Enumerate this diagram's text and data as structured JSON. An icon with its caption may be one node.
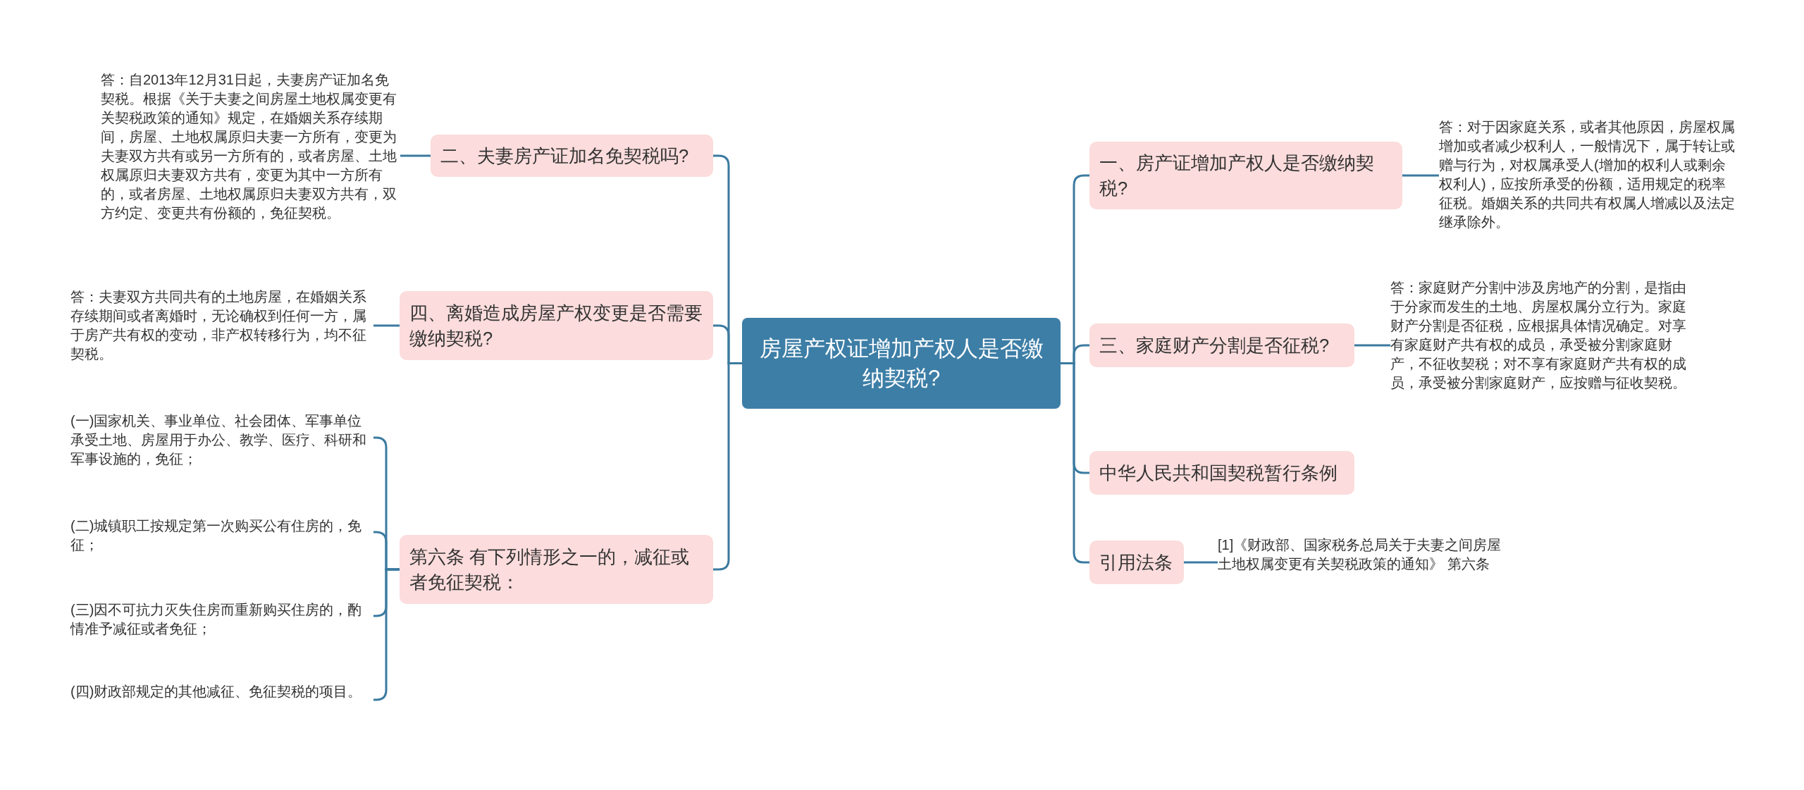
{
  "diagram": {
    "nodes": [
      {
        "text": [
          "房屋产权证增加产权人是否缴纳契税?"
        ]
      },
      {
        "text": [
          "二、夫妻房产证加名免契税吗?"
        ]
      },
      {
        "text": [
          "答：自2013年12月31日起，夫妻房产证加名免契税。根据《关于夫妻之间房屋土地权属变更有关契税政策的通知》规定，在婚姻关系存续期间，房屋、土地权属原归夫妻一方所有，变更为夫妻双方共有或另一方所有的，或者房屋、土地权属原归夫妻双方共有，变更为其中一方所有的，或者房屋、土地权属原归夫妻双方共有，双方约定、变更共有份额的，免征契税。"
        ]
      },
      {
        "text": [
          "四、离婚造成房屋产权变更是否需要缴纳契税?"
        ]
      },
      {
        "text": [
          "答：夫妻双方共同共有的土地房屋，在婚姻关系存续期间或者离婚时，无论确权到任何一方，属于房产共有权的变动，非产权转移行为，均不征契税。"
        ]
      },
      {
        "text": [
          "第六条 有下列情形之一的，减征或者免征契税："
        ]
      },
      {
        "text": [
          "(一)国家机关、事业单位、社会团体、军事单位承受土地、房屋用于办公、教学、医疗、科研和军事设施的，免征；"
        ]
      },
      {
        "text": [
          "(二)城镇职工按规定第一次购买公有住房的，免征；"
        ]
      },
      {
        "text": [
          "(三)因不可抗力灭失住房而重新购买住房的，酌情准予减征或者免征；"
        ]
      },
      {
        "text": [
          "(四)财政部规定的其他减征、免征契税的项目。"
        ]
      },
      {
        "text": [
          "一、房产证增加产权人是否缴纳契税?"
        ]
      },
      {
        "text": [
          "答：对于因家庭关系，或者其他原因，房屋权属增加或者减少权利人，一般情况下，属于转让或赠与行为，对权属承受人(增加的权利人或剩余权利人)，应按所承受的份额，适用规定的税率征税。婚姻关系的共同共有权属人增减以及法定继承除外。"
        ]
      },
      {
        "text": [
          "三、家庭财产分割是否征税?"
        ]
      },
      {
        "text": [
          "答：家庭财产分割中涉及房地产的分割，是指由于分家而发生的土地、房屋权属分立行为。家庭财产分割是否征税，应根据具体情况确定。对享有家庭财产共有权的成员，承受被分割家庭财产，不征收契税；对不享有家庭财产共有权的成员，承受被分割家庭财产，应按赠与征收契税。"
        ]
      },
      {
        "text": [
          "中华人民共和国契税暂行条例"
        ]
      },
      {
        "text": [
          "引用法条"
        ]
      },
      {
        "text": [
          "[1]《财政部、国家税务总局关于夫妻之间房屋土地权属变更有关契税政策的通知》 第六条"
        ]
      }
    ],
    "edges": [
      {
        "from": 0,
        "to": 1,
        "arrow": "none"
      },
      {
        "from": 1,
        "to": 2,
        "arrow": "none"
      },
      {
        "from": 0,
        "to": 3,
        "arrow": "none"
      },
      {
        "from": 3,
        "to": 4,
        "arrow": "none"
      },
      {
        "from": 0,
        "to": 5,
        "arrow": "none"
      },
      {
        "from": 5,
        "to": 6,
        "arrow": "none"
      },
      {
        "from": 5,
        "to": 7,
        "arrow": "none"
      },
      {
        "from": 5,
        "to": 8,
        "arrow": "none"
      },
      {
        "from": 5,
        "to": 9,
        "arrow": "none"
      },
      {
        "from": 0,
        "to": 10,
        "arrow": "none"
      },
      {
        "from": 10,
        "to": 11,
        "arrow": "none"
      },
      {
        "from": 0,
        "to": 12,
        "arrow": "none"
      },
      {
        "from": 12,
        "to": 13,
        "arrow": "none"
      },
      {
        "from": 0,
        "to": 14,
        "arrow": "none"
      },
      {
        "from": 0,
        "to": 15,
        "arrow": "none"
      },
      {
        "from": 15,
        "to": 16,
        "arrow": "none"
      }
    ]
  }
}
